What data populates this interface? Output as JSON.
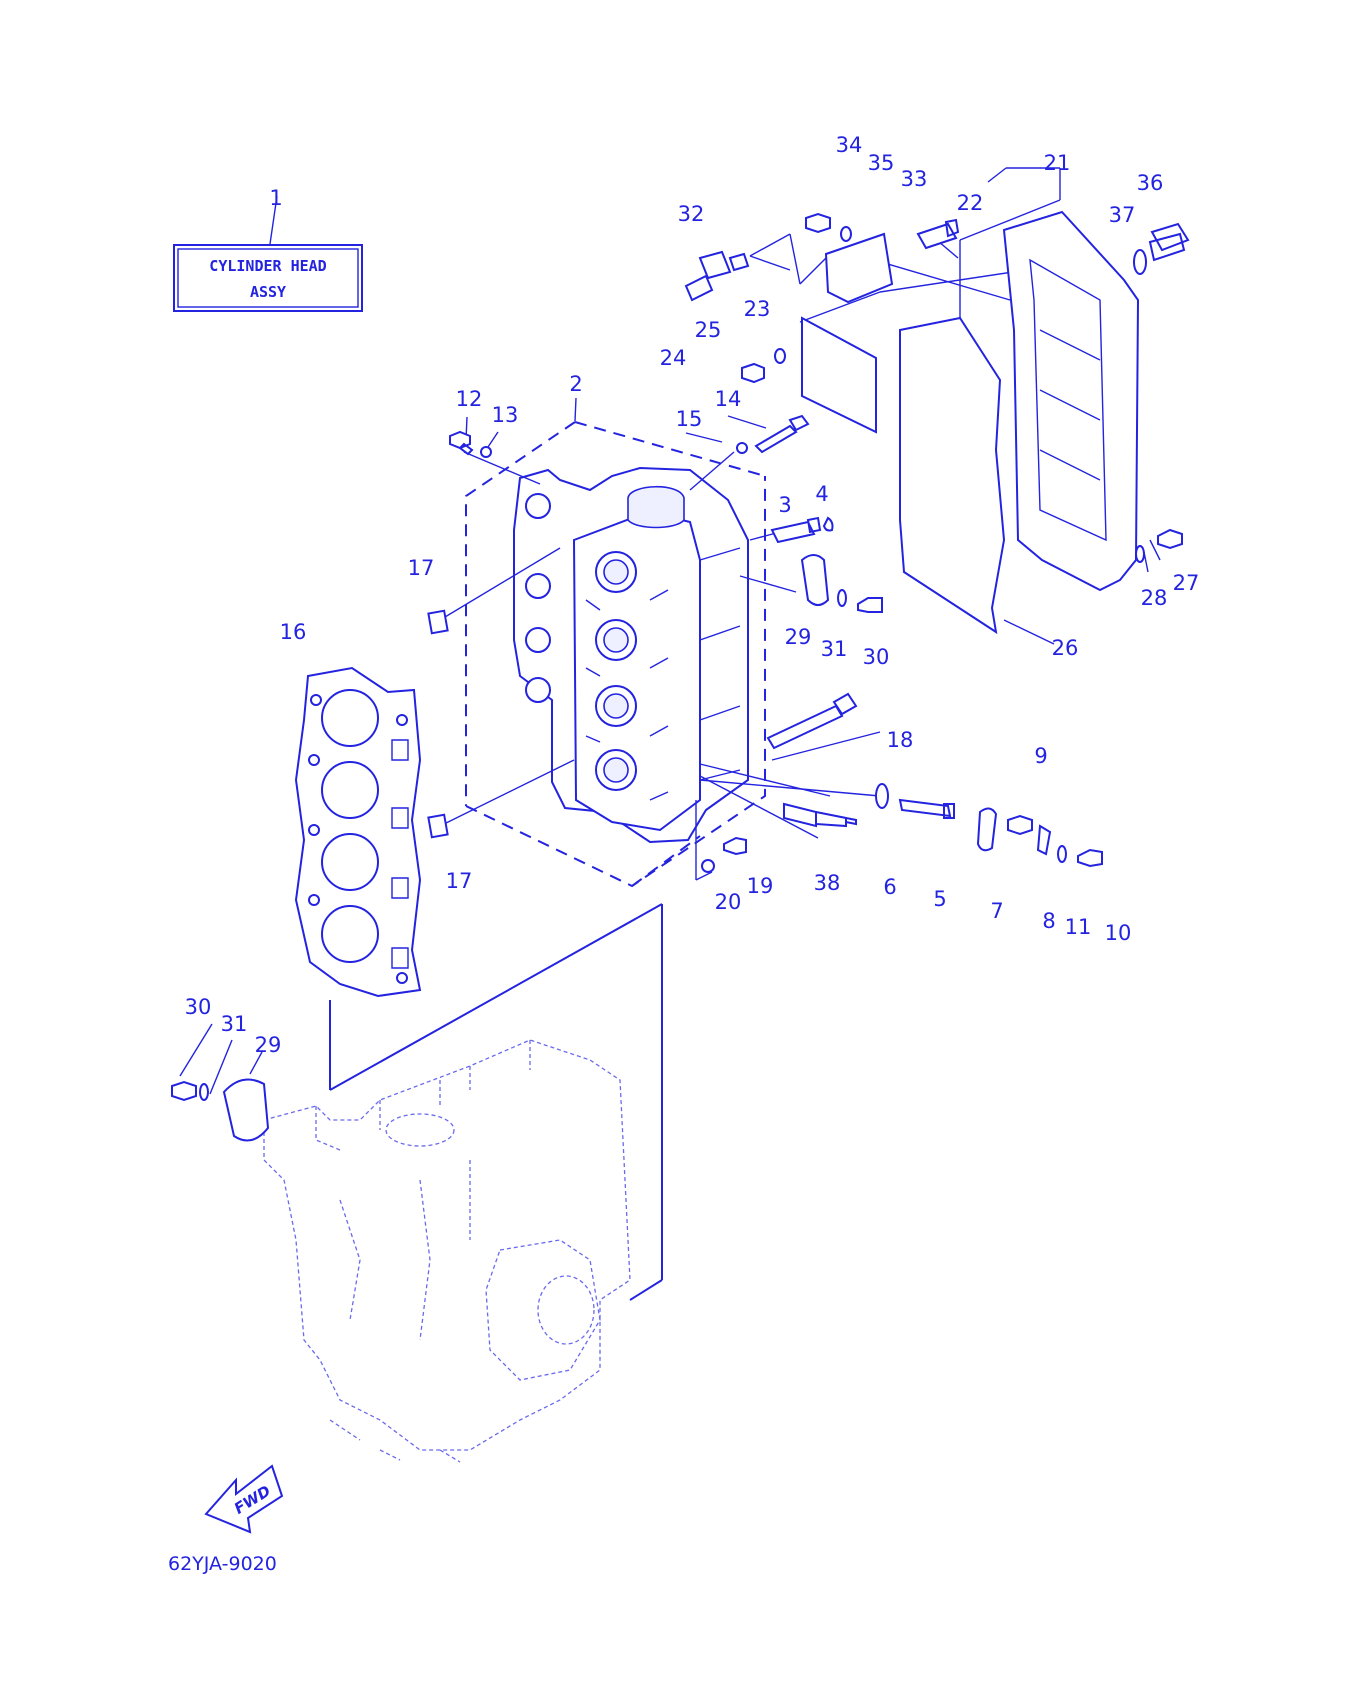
{
  "label_box": {
    "line1": "CYLINDER HEAD",
    "line2": "ASSY"
  },
  "diagram_code": "62YJA-9020",
  "direction": {
    "text": "FWD"
  },
  "callouts": {
    "c1": "1",
    "c2": "2",
    "c3": "3",
    "c4": "4",
    "c5": "5",
    "c6": "6",
    "c7": "7",
    "c8": "8",
    "c9": "9",
    "c10": "10",
    "c11": "11",
    "c12": "12",
    "c13": "13",
    "c14": "14",
    "c15": "15",
    "c16": "16",
    "c17a": "17",
    "c17b": "17",
    "c18": "18",
    "c19": "19",
    "c20": "20",
    "c21": "21",
    "c22": "22",
    "c23": "23",
    "c24": "24",
    "c25": "25",
    "c26": "26",
    "c27": "27",
    "c28": "28",
    "c29a": "29",
    "c29b": "29",
    "c30a": "30",
    "c30b": "30",
    "c31a": "31",
    "c31b": "31",
    "c32": "32",
    "c33": "33",
    "c34": "34",
    "c35": "35",
    "c36": "36",
    "c37": "37",
    "c38": "38"
  },
  "colors": {
    "line": "#2323e0",
    "background": "#ffffff"
  }
}
